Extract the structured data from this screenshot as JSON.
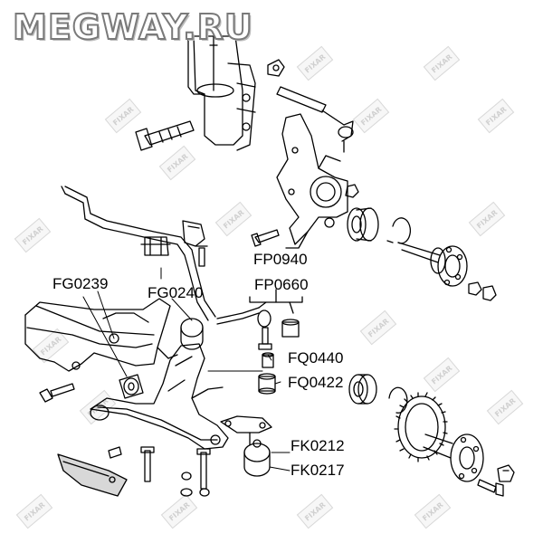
{
  "brand": {
    "text": "MEGWAY.RU"
  },
  "watermark": {
    "text": "FIXAR"
  },
  "labels": {
    "fg0239": "FG0239",
    "fg0240": "FG0240",
    "fp0940": "FP0940",
    "fp0660": "FP0660",
    "fq0440": "FQ0440",
    "fq0422": "FQ0422",
    "fk0212": "FK0212",
    "fk0217": "FK0217"
  },
  "colors": {
    "line": "#000000",
    "brand_outline": "#7a7a7a",
    "watermark": "#d0d0d0"
  }
}
